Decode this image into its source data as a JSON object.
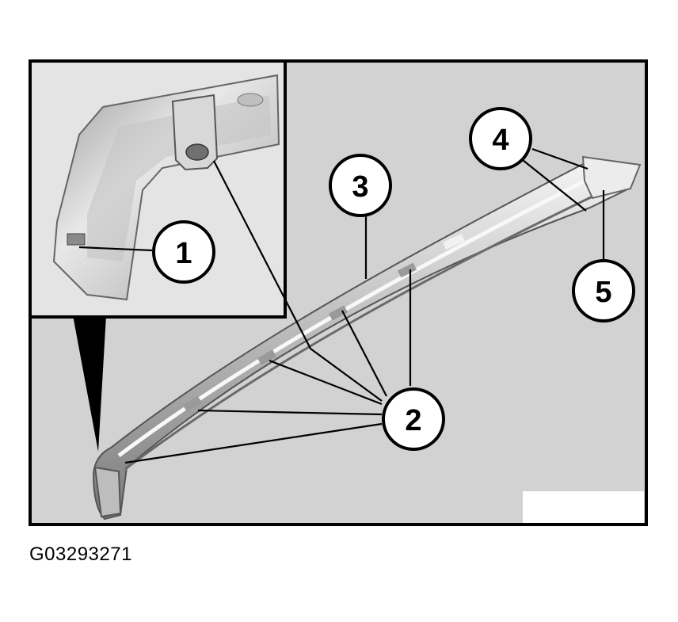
{
  "figure_code": "G03293271",
  "callouts": [
    "1",
    "2",
    "3",
    "4",
    "5"
  ],
  "colors": {
    "background": "#d2d2d2",
    "inset_background": "#e4e4e4",
    "frame": "#000000",
    "part_light": "#ececec",
    "part_shade": "#8c8c8c"
  }
}
